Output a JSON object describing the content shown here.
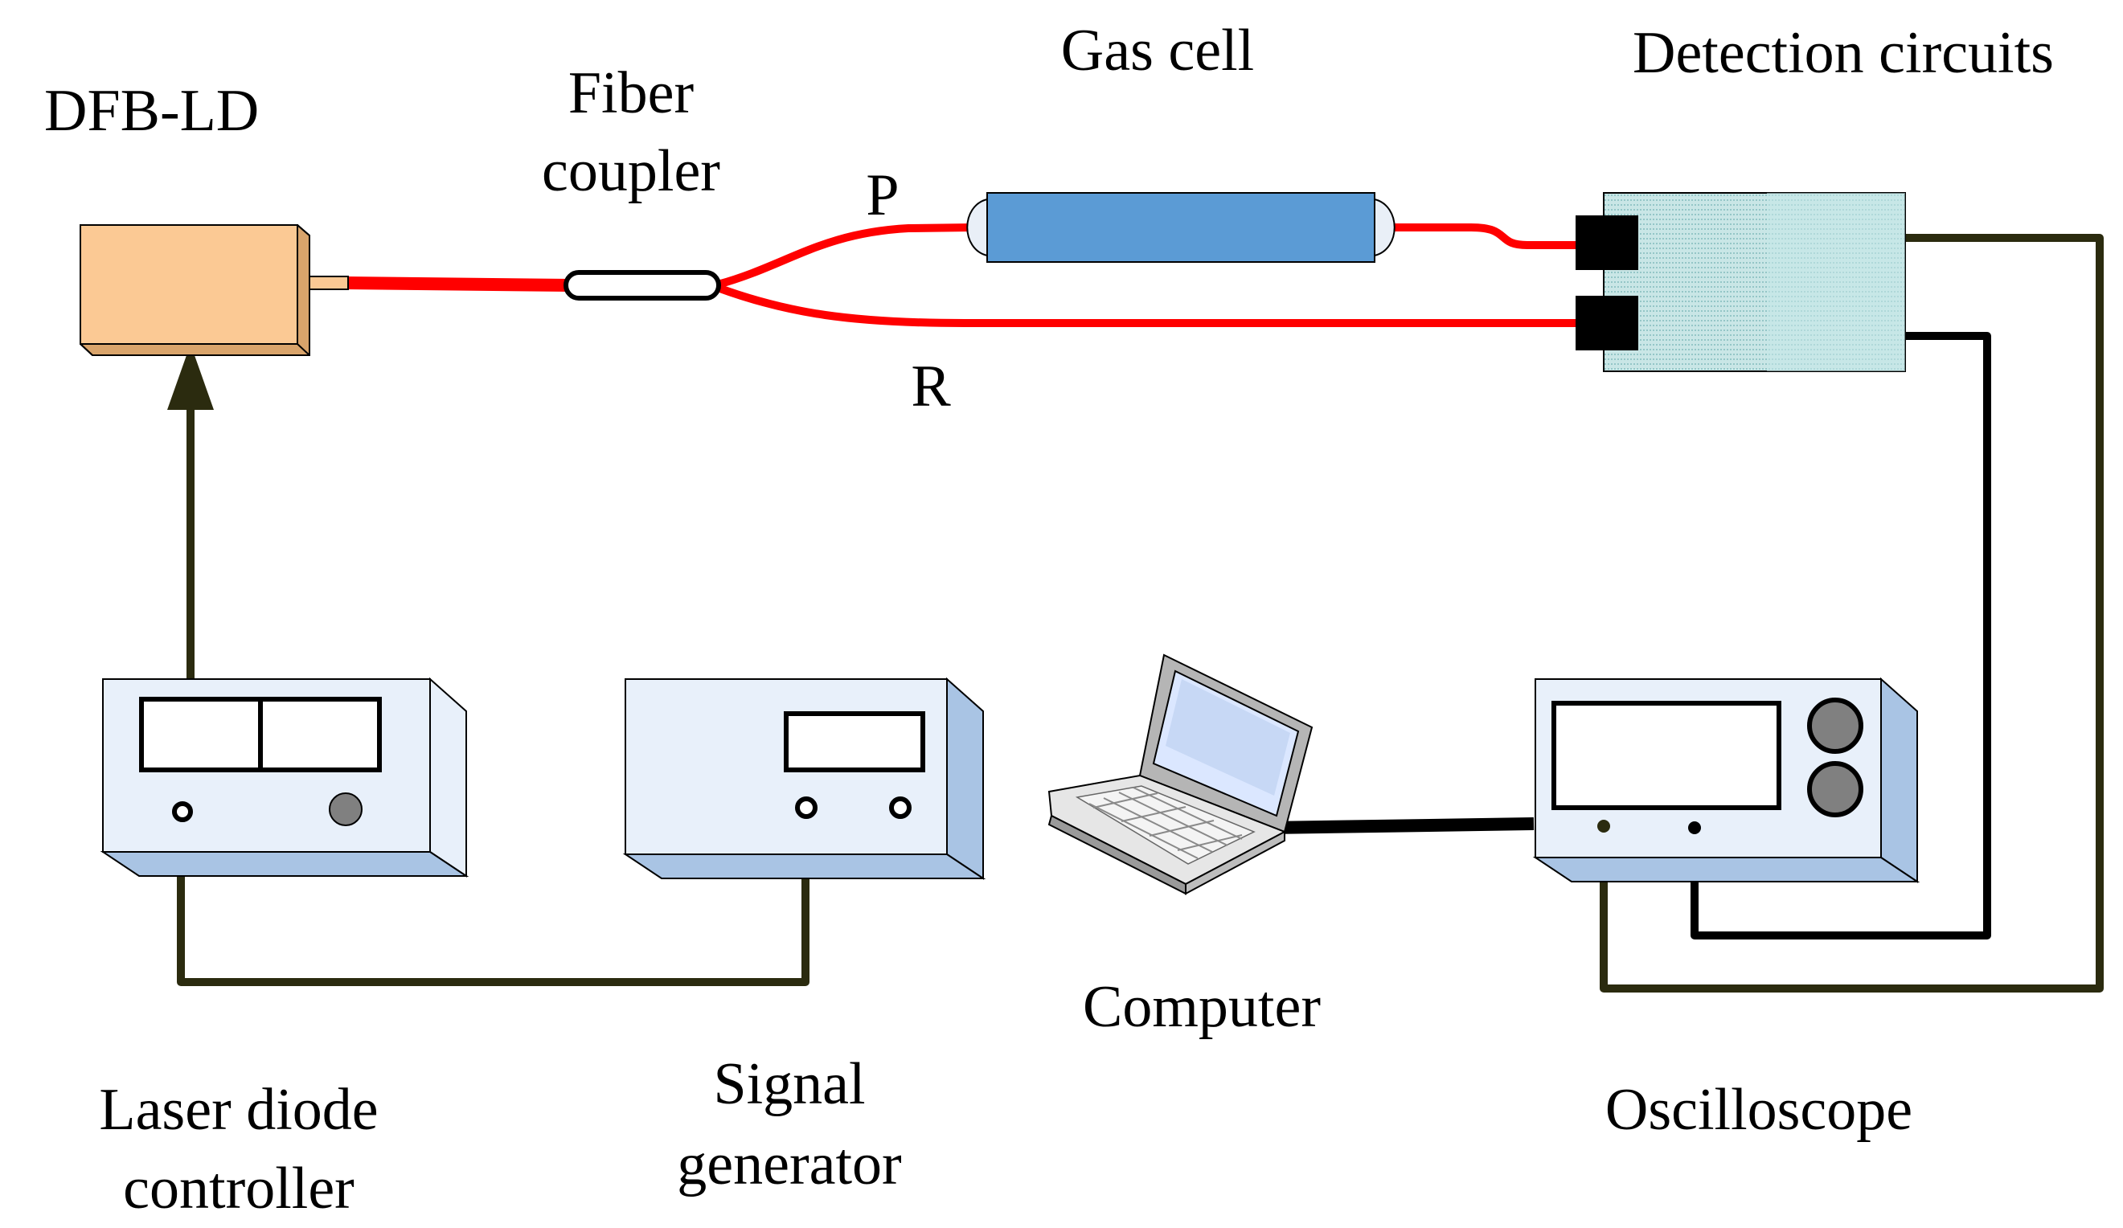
{
  "labels": {
    "dfb_ld": "DFB-LD",
    "fiber_coupler_line1": "Fiber",
    "fiber_coupler_line2": "coupler",
    "gas_cell": "Gas cell",
    "detection_circuits": "Detection circuits",
    "branch_p": "P",
    "branch_r": "R",
    "laser_controller_line1": "Laser diode",
    "laser_controller_line2": "controller",
    "signal_generator_line1": "Signal",
    "signal_generator_line2": "generator",
    "computer": "Computer",
    "oscilloscope": "Oscilloscope"
  },
  "colors": {
    "fiber": "#ff0000",
    "cable": "#2b2b0f",
    "laser_body": "#fbc994",
    "gas_cell": "#5b9bd5",
    "detector_board": "#cde8e8",
    "instrument_face": "#e8f0fa",
    "instrument_side": "#a9c4e4"
  }
}
